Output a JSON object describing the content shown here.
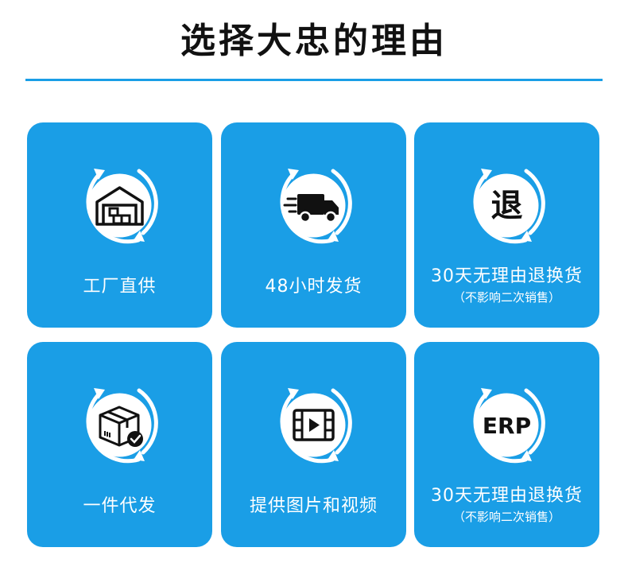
{
  "title": "选择大忠的理由",
  "colors": {
    "accent": "#1a9ee6",
    "card_text": "#ffffff",
    "title_text": "#111111"
  },
  "cards": [
    {
      "icon": "factory-icon",
      "label": "工厂直供"
    },
    {
      "icon": "delivery-truck-icon",
      "label": "48小时发货"
    },
    {
      "icon": "return-badge-icon",
      "badge_text": "退",
      "label": "30天无理由退换货",
      "sub": "（不影响二次销售）"
    },
    {
      "icon": "package-check-icon",
      "label": "一件代发"
    },
    {
      "icon": "video-film-icon",
      "label": "提供图片和视频"
    },
    {
      "icon": "erp-badge-icon",
      "badge_text": "ERP",
      "label": "30天无理由退换货",
      "sub": "（不影响二次销售）"
    }
  ]
}
